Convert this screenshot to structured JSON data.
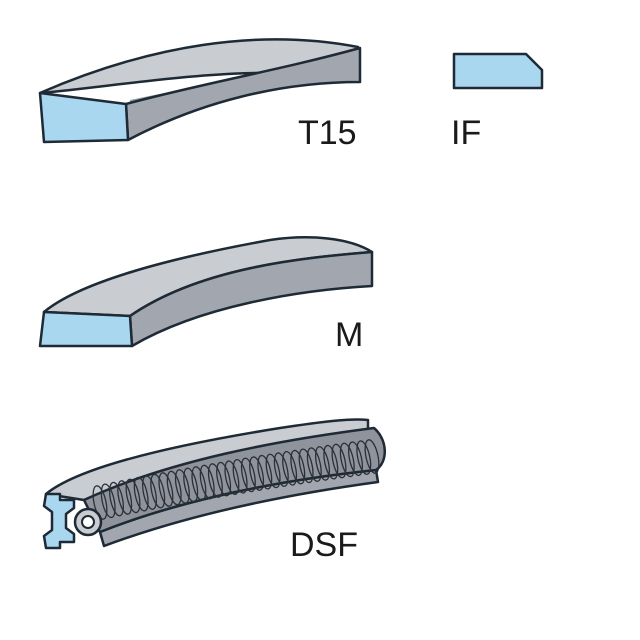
{
  "labels": {
    "t15": "T15",
    "if": "IF",
    "m": "M",
    "dsf": "DSF"
  },
  "colors": {
    "outline": "#1e2a35",
    "top_face": "#c9ccd1",
    "side_face": "#9a9ea6",
    "section": "#a9d7f0",
    "background": "#ffffff"
  }
}
